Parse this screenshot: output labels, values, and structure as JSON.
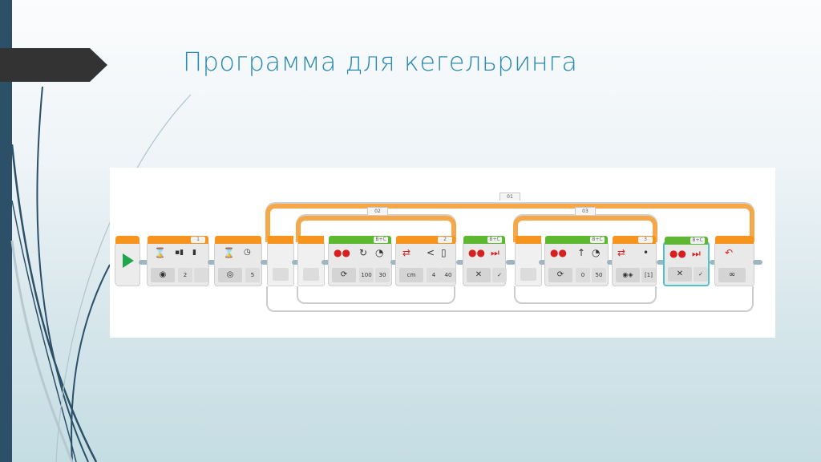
{
  "slide": {
    "title": "Программа для кегельринга",
    "colors": {
      "title": "#2a8ab0",
      "left_bar": "#2c5068",
      "title_tab": "#333333",
      "flow_orange": "#f7941d",
      "motor_green": "#5cb82e",
      "selection_teal": "#4fc3cc"
    }
  },
  "program": {
    "loops": [
      {
        "label": "01"
      },
      {
        "label": "02"
      },
      {
        "label": "03"
      }
    ],
    "blocks": [
      {
        "type": "start",
        "icon": "play-icon"
      },
      {
        "type": "wait-ultrasonic",
        "port": "1",
        "icons": [
          "hourglass-icon",
          "ultrasonic-sensor-icon"
        ],
        "mode": "compare",
        "params": [
          "2",
          ""
        ]
      },
      {
        "type": "wait-time",
        "port": "",
        "icons": [
          "hourglass-icon",
          "timer-icon"
        ],
        "mode": "time",
        "params": [
          "5"
        ]
      },
      {
        "type": "loop-entry",
        "loop": "01"
      },
      {
        "type": "loop-entry",
        "loop": "02"
      },
      {
        "type": "tank-move",
        "port": "B+C",
        "icons": [
          "motor-icon",
          "steering-icon",
          "time-icon"
        ],
        "mode": "on",
        "params": [
          "100",
          "30"
        ]
      },
      {
        "type": "switch-ultrasonic",
        "port": "2",
        "icons": [
          "switch-icon",
          "<",
          "threshold-icon"
        ],
        "mode": "cm",
        "params": [
          "4",
          "40"
        ]
      },
      {
        "type": "tank-stop",
        "port": "B+C",
        "icons": [
          "motor-icon",
          "stop-icon"
        ],
        "mode": "off",
        "params": [
          "✓"
        ]
      },
      {
        "type": "loop-entry",
        "loop": "03"
      },
      {
        "type": "tank-move",
        "port": "B+C",
        "icons": [
          "motor-icon",
          "up-arrow-icon",
          "time-icon"
        ],
        "mode": "on",
        "params": [
          "0",
          "50"
        ]
      },
      {
        "type": "switch-light",
        "port": "3",
        "icons": [
          "switch-icon",
          "•"
        ],
        "mode": "color",
        "params": [
          "[1]"
        ]
      },
      {
        "type": "tank-stop",
        "port": "B+C",
        "icons": [
          "motor-icon",
          "stop-icon"
        ],
        "mode": "off",
        "params": [
          "✓"
        ],
        "selected": true
      },
      {
        "type": "loop-end",
        "icons": [
          "loop-back-icon"
        ],
        "mode": "∞"
      }
    ],
    "labels": {
      "l1_port": "1",
      "l1_param": "2",
      "w_param": "5",
      "m1_port": "B+C",
      "m1_p1": "100",
      "m1_p2": "30",
      "s1_port": "2",
      "s1_cmp": "<",
      "s1_p1": "4",
      "s1_p2": "40",
      "s1_mode": "cm",
      "st1_port": "B+C",
      "st1_mode": "✕",
      "st1_p": "✓",
      "m2_port": "B+C",
      "m2_arrow": "↑",
      "m2_p1": "0",
      "m2_p2": "50",
      "s2_port": "3",
      "s2_p": "[1]",
      "s2_dot": "•",
      "st2_port": "B+C",
      "st2_mode": "✕",
      "st2_p": "✓",
      "end_mode": "∞",
      "loop01": "01",
      "loop02": "02",
      "loop03": "03"
    }
  }
}
